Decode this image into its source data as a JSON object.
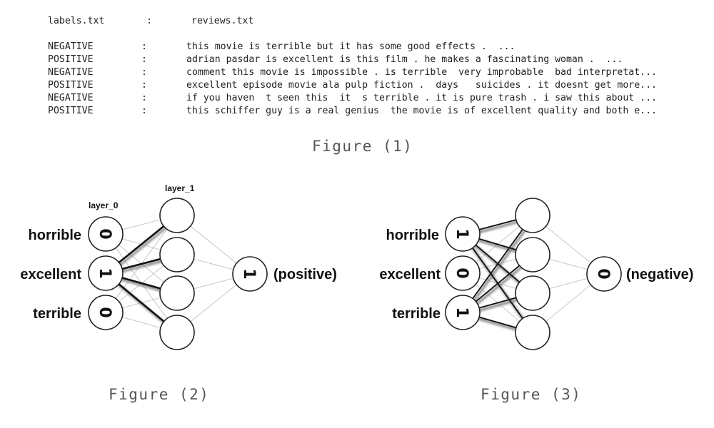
{
  "figure1": {
    "header": {
      "label": "labels.txt",
      "colon": ":",
      "review": "reviews.txt"
    },
    "rows": [
      {
        "label": "NEGATIVE",
        "colon": ":",
        "review": "this movie is terrible but it has some good effects .  ..."
      },
      {
        "label": "POSITIVE",
        "colon": ":",
        "review": "adrian pasdar is excellent is this film . he makes a fascinating woman .  ..."
      },
      {
        "label": "NEGATIVE",
        "colon": ":",
        "review": "comment this movie is impossible . is terrible  very improbable  bad interpretat..."
      },
      {
        "label": "POSITIVE",
        "colon": ":",
        "review": "excellent episode movie ala pulp fiction .  days   suicides . it doesnt get more..."
      },
      {
        "label": "NEGATIVE",
        "colon": ":",
        "review": "if you haven  t seen this  it  s terrible . it is pure trash . i saw this about ..."
      },
      {
        "label": "POSITIVE",
        "colon": ":",
        "review": "this schiffer guy is a real genius  the movie is of excellent quality and both e..."
      }
    ],
    "caption": "Figure (1)"
  },
  "figure2": {
    "layer0_label": "layer_0",
    "layer1_label": "layer_1",
    "inputs": [
      {
        "word": "horrible",
        "value": "0"
      },
      {
        "word": "excellent",
        "value": "1"
      },
      {
        "word": "terrible",
        "value": "0"
      }
    ],
    "output": {
      "value": "1",
      "label": "(positive)"
    },
    "caption": "Figure (2)"
  },
  "figure3": {
    "inputs": [
      {
        "word": "horrible",
        "value": "1"
      },
      {
        "word": "excellent",
        "value": "0"
      },
      {
        "word": "terrible",
        "value": "1"
      }
    ],
    "output": {
      "value": "0",
      "label": "(negative)"
    },
    "caption": "Figure (3)"
  }
}
